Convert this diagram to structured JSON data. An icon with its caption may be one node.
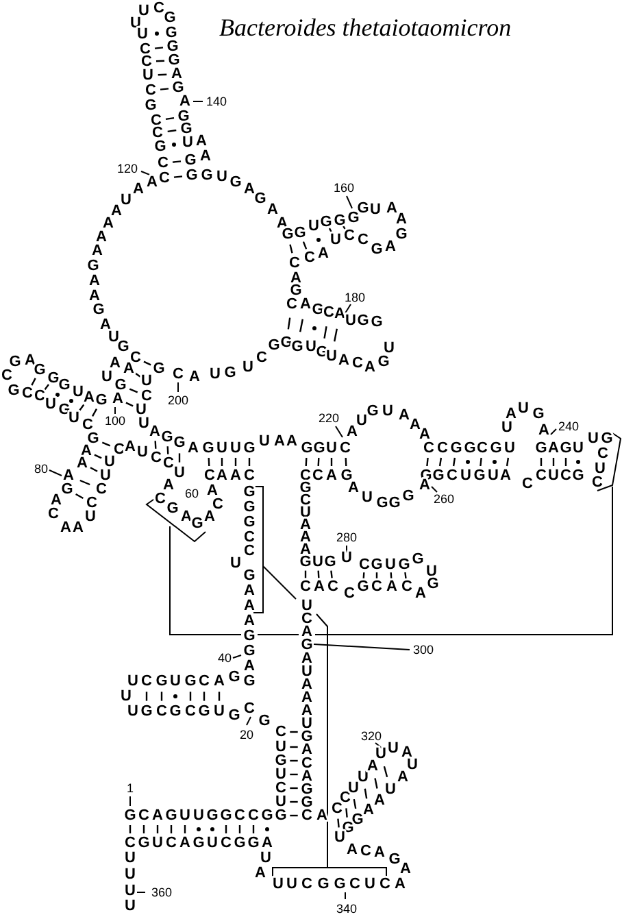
{
  "diagram": {
    "title": "Bacteroides thetaiotaomicron",
    "labels": [
      "UCG",
      "UUCCUCGCCGCC",
      "GGGAGAGGUGG",
      "140",
      "AA",
      "120",
      "GUGAGAA",
      "160",
      "GGUGGGG",
      "CCAUCC",
      "UAAGAG",
      "AG",
      "180",
      "CAGCAUGG",
      "GGUGUACAGU",
      "AAUAAAAGAAG",
      "CAUGUCG",
      "200",
      "AUGC",
      "GUCU",
      "AA",
      "UG",
      "A",
      "100",
      "AGCG",
      "GGGUAG",
      "CCUGUC",
      "UAGGA",
      "80",
      "GAAAGAC",
      "AA",
      "UCCUUCAUCCU",
      "ACGAGACA",
      "60",
      "GUUGUAAGGUC",
      "CAAC",
      "220",
      "AUGUAAA",
      "CCGGCGU",
      "UAUGA",
      "240",
      "GAGUUG",
      "CUC",
      "CCAG",
      "GGCUGUACCUCG",
      "AUGGGA",
      "260",
      "GGGCC",
      "U",
      "GCUAAA",
      "280",
      "GUGUCGUGG",
      "U",
      "CACCGCACAG",
      "GAAAGGAG",
      "UCAGAUAAAUGACAGGC",
      "300",
      "40",
      "UCGUGCAG",
      "U",
      "UGCGCGUGCG",
      "20",
      "CUGUCUG",
      "320",
      "CCUUAU",
      "UAU",
      "AUAAGGU",
      "A",
      "1",
      "GCAGUUGGCCG",
      "CGUCAGUCGGA",
      "UUUU",
      "360",
      "UA",
      "ACAGA",
      "UUCGGCUCA",
      "340"
    ]
  }
}
